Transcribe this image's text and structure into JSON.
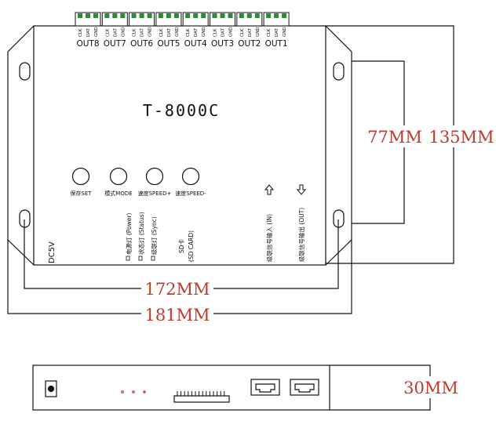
{
  "device": {
    "model": "T-8000C",
    "outputs": [
      {
        "label": "OUT8",
        "pins": [
          "CLK",
          "DAT",
          "GND"
        ]
      },
      {
        "label": "OUT7",
        "pins": [
          "CLK",
          "DAT",
          "GND"
        ]
      },
      {
        "label": "OUT6",
        "pins": [
          "CLK",
          "DAT",
          "GND"
        ]
      },
      {
        "label": "OUT5",
        "pins": [
          "CLK",
          "DAT",
          "GND"
        ]
      },
      {
        "label": "OUT4",
        "pins": [
          "CLK",
          "DAT",
          "GND"
        ]
      },
      {
        "label": "OUT3",
        "pins": [
          "CLK",
          "DAT",
          "GND"
        ]
      },
      {
        "label": "OUT2",
        "pins": [
          "CLK",
          "DAT",
          "GND"
        ]
      },
      {
        "label": "OUT1",
        "pins": [
          "CLK",
          "DAT",
          "GND"
        ]
      }
    ],
    "buttons": [
      {
        "label": "保存SET"
      },
      {
        "label": "模式MODE"
      },
      {
        "label": "速度SPEED+"
      },
      {
        "label": "速度SPEED-"
      }
    ],
    "indicators": [
      {
        "label": "电源灯 (Power)"
      },
      {
        "label": "状态灯 (Status)"
      },
      {
        "label": "级联灯 (Sync)"
      }
    ],
    "sd_card": {
      "line1": "SD卡",
      "line2": "(SD CARD)"
    },
    "power_label": "DC5V",
    "cascade_in": "级联信号输入 (IN)",
    "cascade_out": "级联信号输出 (OUT)"
  },
  "dimensions": {
    "height_inner": "77MM",
    "height_outer": "135MM",
    "width_inner": "172MM",
    "width_outer": "181MM",
    "depth": "30MM"
  },
  "colors": {
    "line": "#111111",
    "dimension_text": "#c0392b",
    "terminal": "#2e8b3a",
    "background": "#ffffff"
  }
}
